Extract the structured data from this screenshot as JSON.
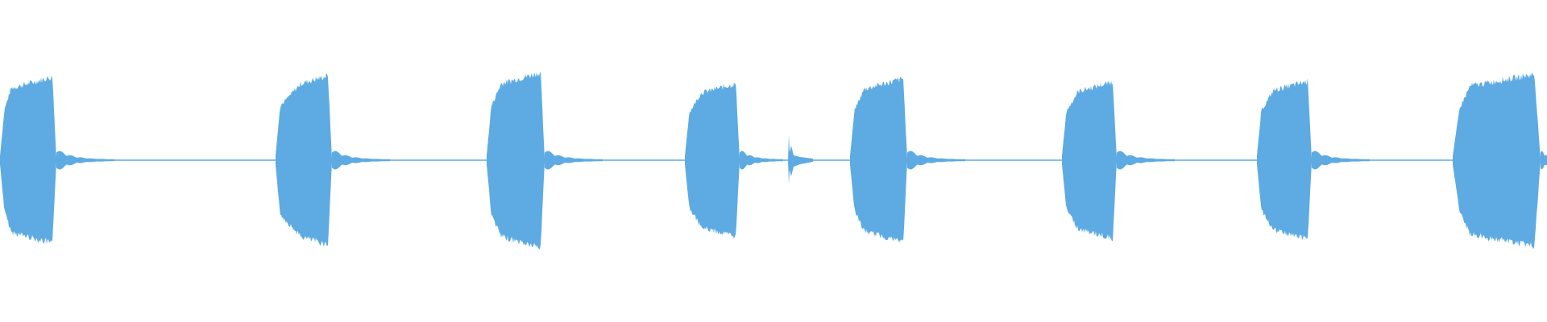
{
  "waveform": {
    "color": "#5dabe2",
    "background": "#ffffff",
    "bursts": [
      {
        "level": 0.94
      },
      {
        "level": 1.0
      },
      {
        "level": 1.0
      },
      {
        "level": 0.88
      },
      {
        "level": 0.93
      },
      {
        "level": 0.9
      },
      {
        "level": 0.91
      },
      {
        "level": 0.97
      }
    ]
  }
}
